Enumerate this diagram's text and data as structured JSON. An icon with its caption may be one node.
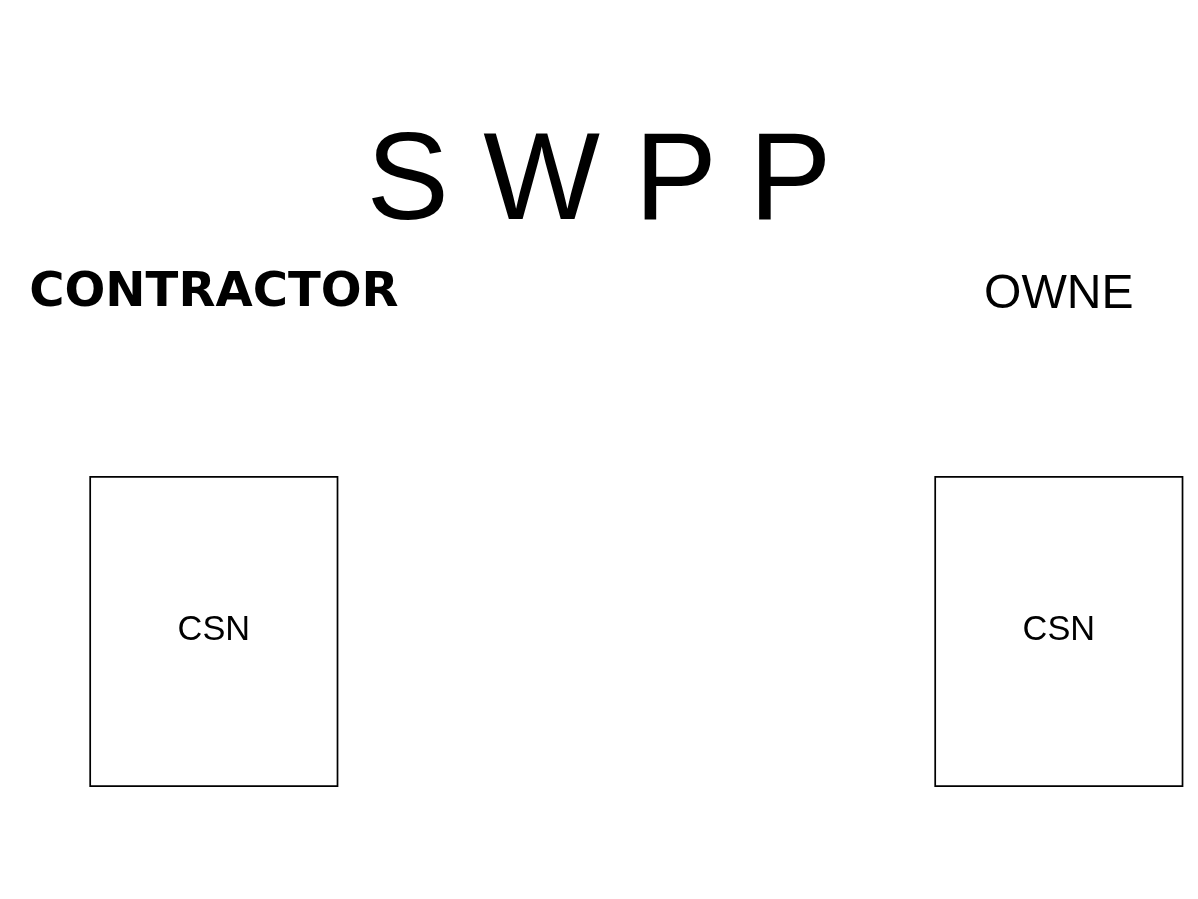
{
  "diagram": {
    "title": "S W P P",
    "nodes": [
      {
        "text": [
          "CSN"
        ]
      },
      {
        "text": [
          "CSN"
        ]
      }
    ],
    "edges": [],
    "labels": [
      "CONTRACTOR",
      "OWNE"
    ]
  }
}
